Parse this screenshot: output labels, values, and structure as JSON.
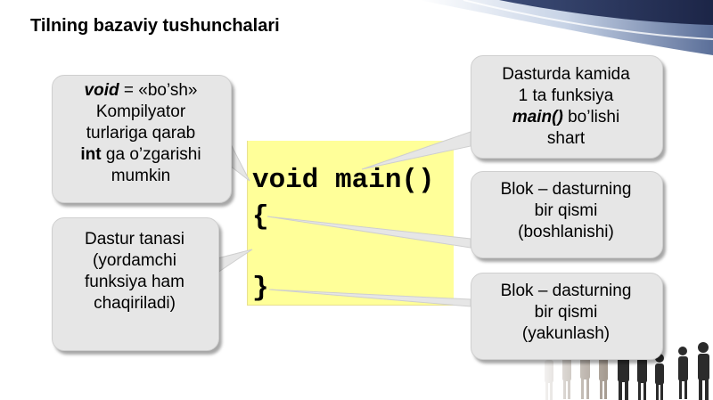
{
  "slide": {
    "title": "Tilning bazaviy tushunchalari"
  },
  "code": {
    "line": "void main()",
    "open_brace": "{",
    "close_brace": "}"
  },
  "callouts": {
    "void": {
      "keyword": "void",
      "equals": " = «bo’sh»",
      "line2": "Kompilyator",
      "line3": "turlariga qarab",
      "int_word": "int",
      "line4_rest": " ga o’zgarishi",
      "line5": "mumkin"
    },
    "body": {
      "line1": "Dastur tanasi",
      "line2": "(yordamchi",
      "line3": "funksiya ham",
      "line4": "chaqiriladi)"
    },
    "main": {
      "line1": "Dasturda kamida",
      "line2": "1 ta funksiya",
      "main_word": "main()",
      "line3_rest": " bo’lishi",
      "line4": "shart"
    },
    "block_start": {
      "line1": "Blok – dasturning",
      "line2": "bir qismi",
      "line3": "(boshlanishi)"
    },
    "block_end": {
      "line1": "Blok – dasturning",
      "line2": "bir qismi",
      "line3": "(yakunlash)"
    }
  },
  "colors": {
    "code_background": "#ffff99",
    "callout_background": "#e6e6e6"
  }
}
